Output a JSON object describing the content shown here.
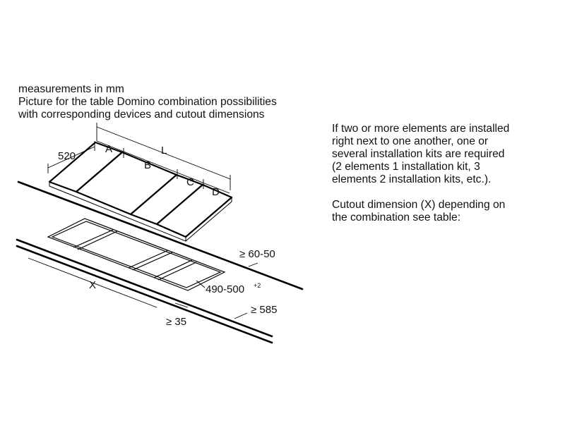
{
  "header": {
    "line1": "measurements in mm",
    "line2": "Picture for the table Domino combination possibilities",
    "line3": "with corresponding devices and cutout dimensions"
  },
  "info": {
    "para1": [
      "If two or more elements are installed",
      "right next to one another, one or",
      "several installation kits are required",
      "(2 elements 1 installation kit, 3",
      "elements 2 installation kits, etc.)."
    ],
    "para2": [
      "Cutout dimension (X) depending on",
      "the combination see table:"
    ]
  },
  "labels": {
    "depth": "520",
    "a": "A",
    "b": "B",
    "c": "C",
    "d": "D",
    "l": "L",
    "x": "X",
    "worktop_thickness": "≥ 60-50",
    "cutout_depth": "490-500",
    "cutout_depth_tolerance": "+2",
    "worktop_depth": "≥ 585",
    "front_clearance": "≥ 35"
  }
}
